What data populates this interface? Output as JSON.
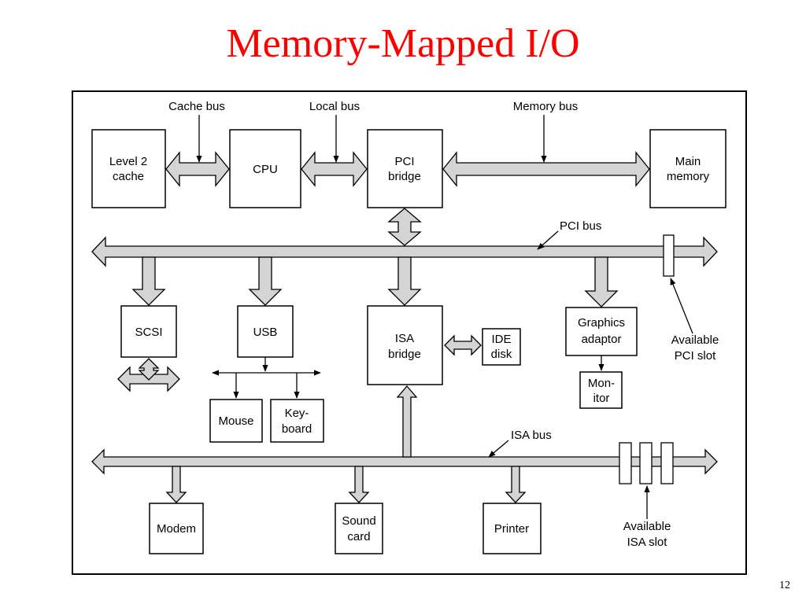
{
  "slide": {
    "title": "Memory-Mapped I/O",
    "page_number": "12"
  },
  "diagram": {
    "components": {
      "l2cache": [
        "Level 2",
        "cache"
      ],
      "cpu": [
        "CPU"
      ],
      "pci_bridge": [
        "PCI",
        "bridge"
      ],
      "main_memory": [
        "Main",
        "memory"
      ],
      "scsi": [
        "SCSI"
      ],
      "usb": [
        "USB"
      ],
      "isa_bridge": [
        "ISA",
        "bridge"
      ],
      "ide_disk": [
        "IDE",
        "disk"
      ],
      "graphics_adaptor": [
        "Graphics",
        "adaptor"
      ],
      "monitor": [
        "Mon-",
        "itor"
      ],
      "mouse": [
        "Mouse"
      ],
      "keyboard": [
        "Key-",
        "board"
      ],
      "modem": [
        "Modem"
      ],
      "sound_card": [
        "Sound",
        "card"
      ],
      "printer": [
        "Printer"
      ]
    },
    "labels": {
      "cache_bus": "Cache bus",
      "local_bus": "Local bus",
      "memory_bus": "Memory bus",
      "pci_bus": "PCI bus",
      "isa_bus": "ISA bus",
      "available_pci_slot": [
        "Available",
        "PCI slot"
      ],
      "available_isa_slot": [
        "Available",
        "ISA slot"
      ]
    }
  }
}
